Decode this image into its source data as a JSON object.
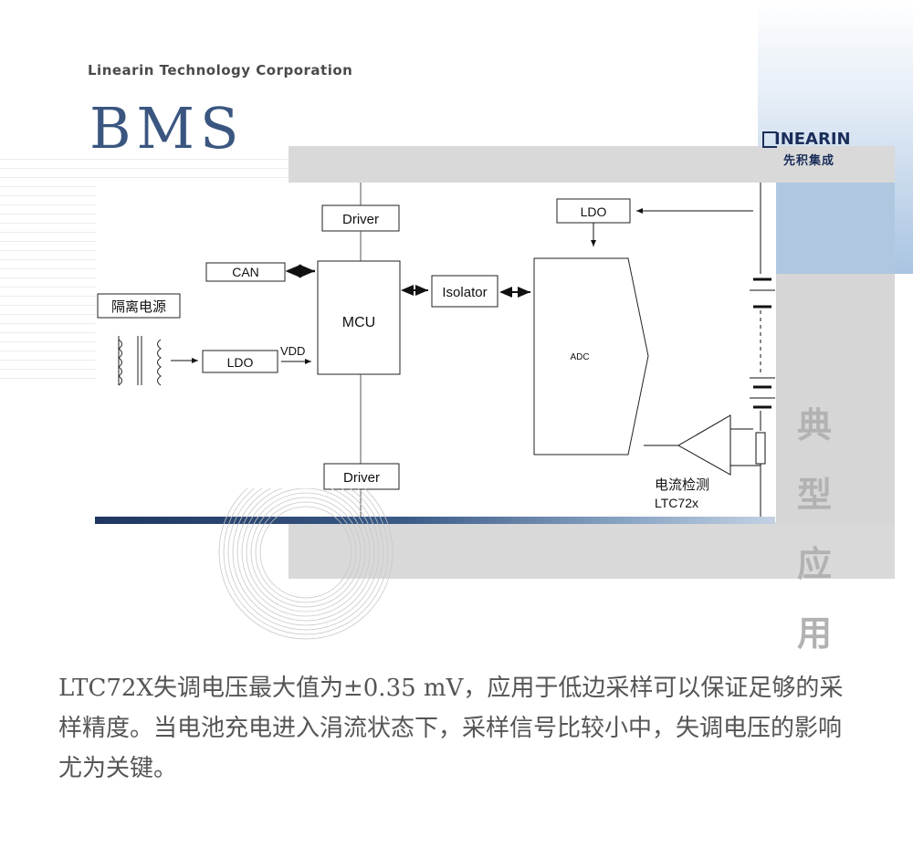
{
  "header": {
    "company": "Linearin Technology Corporation",
    "title": "BMS"
  },
  "logo": {
    "english": "INEARIN",
    "chinese": "先积集成"
  },
  "vertical_title": [
    "典",
    "型",
    "应",
    "用"
  ],
  "diagram": {
    "blocks": {
      "driver_top": "Driver",
      "driver_bottom": "Driver",
      "can": "CAN",
      "mcu": "MCU",
      "isolator": "Isolator",
      "ldo_top": "LDO",
      "ldo_left": "LDO",
      "adc": "ADC",
      "isolated_power": "隔离电源",
      "vdd": "VDD",
      "current_sense_cn": "电流检测",
      "current_sense_part": "LTC72x"
    }
  },
  "description": "LTC72X失调电压最大值为±0.35 mV，应用于低边采样可以保证足够的采样精度。当电池充电进入涓流状态下，采样信号比较小中，失调电压的影响尤为关键。",
  "colors": {
    "title_blue": "#3a5680",
    "logo_navy": "#1a2e5a",
    "vertical_gray": "#b2b2b2",
    "text_gray": "#555555"
  }
}
